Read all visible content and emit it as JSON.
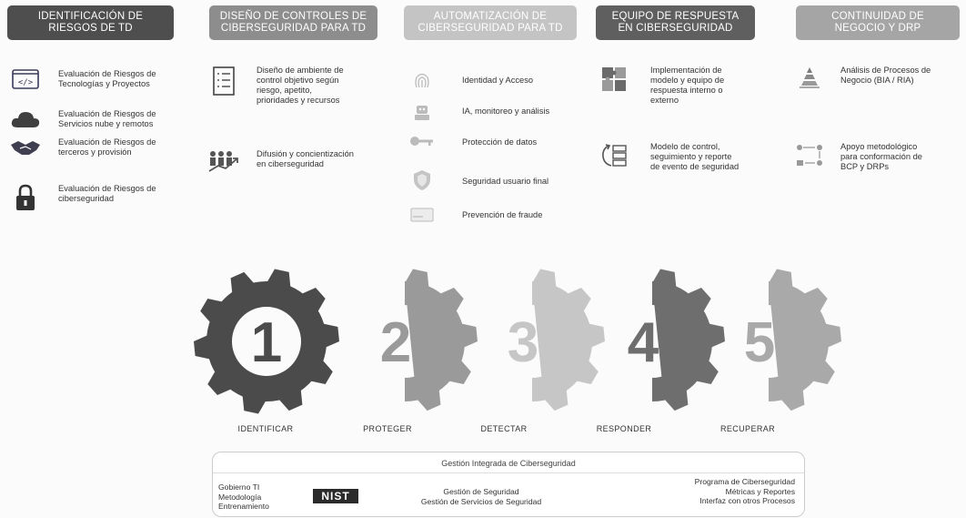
{
  "columns": [
    {
      "header": "IDENTIFICACIÓN DE\nRIESGOS DE TD",
      "color": "#4e4e4e",
      "items": [
        {
          "icon": "code-window-icon",
          "text": "Evaluación de Riesgos de\nTecnologías y Proyectos"
        },
        {
          "icon": "cloud-icon",
          "text": "Evaluación de Riesgos de\nServicios nube y remotos"
        },
        {
          "icon": "handshake-icon",
          "text": "Evaluación de Riesgos de\nterceros y provisión"
        },
        {
          "icon": "padlock-icon",
          "text": "Evaluación de Riesgos de\nciberseguridad"
        }
      ]
    },
    {
      "header": "DISEÑO DE CONTROLES DE\nCIBERSEGURIDAD PARA TD",
      "color": "#8d8d8d",
      "items": [
        {
          "icon": "checklist-icon",
          "text": "Diseño de ambiente de\ncontrol objetivo según\nriesgo, apetito,\nprioridades y recursos"
        },
        {
          "icon": "people-growth-icon",
          "text": "Difusión y concientización\nen ciberseguridad"
        }
      ]
    },
    {
      "header": "AUTOMATIZACIÓN DE\nCIBERSEGURIDAD PARA TD",
      "color": "#c4c4c4",
      "items": [
        {
          "icon": "fingerprint-icon",
          "text": "Identidad y Acceso"
        },
        {
          "icon": "robot-icon",
          "text": "IA, monitoreo y análisis"
        },
        {
          "icon": "key-icon",
          "text": "Protección de datos"
        },
        {
          "icon": "shield-icon",
          "text": "Seguridad usuario final"
        },
        {
          "icon": "card-icon",
          "text": "Prevención de fraude"
        }
      ]
    },
    {
      "header": "EQUIPO DE RESPUESTA\nEN CIBERSEGURIDAD",
      "color": "#5f5f5f",
      "items": [
        {
          "icon": "puzzle-icon",
          "text": "Implementación de\nmodelo y equipo de\nrespuesta interno o\nexterno"
        },
        {
          "icon": "cycle-list-icon",
          "text": "Modelo de control,\nseguimiento y  reporte\nde evento de seguridad"
        }
      ]
    },
    {
      "header": "CONTINUIDAD DE\nNEGOCIO Y DRP",
      "color": "#a5a5a5",
      "items": [
        {
          "icon": "pyramid-icon",
          "text": "Análisis de Procesos de\nNegocio (BIA / RIA)"
        },
        {
          "icon": "flow-icon",
          "text": "Apoyo metodológico\npara conformación de\nBCP y DRPs"
        }
      ]
    }
  ],
  "gears": [
    {
      "number": "1",
      "label": "IDENTIFICAR",
      "color": "#4b4b4b",
      "full": true
    },
    {
      "number": "2",
      "label": "PROTEGER",
      "color": "#9a9a9a",
      "full": false
    },
    {
      "number": "3",
      "label": "DETECTAR",
      "color": "#c6c6c6",
      "full": false
    },
    {
      "number": "4",
      "label": "RESPONDER",
      "color": "#6e6e6e",
      "full": false
    },
    {
      "number": "5",
      "label": "RECUPERAR",
      "color": "#a9a9a9",
      "full": false
    }
  ],
  "footer": {
    "title": "Gestión Integrada de Ciberseguridad",
    "left": "Gobierno TI\nMetodología\nEntrenamiento",
    "logo": "NIST",
    "center": "Gestión de Seguridad\nGestión de Servicios de Seguridad",
    "right": "Programa de Ciberseguridad\nMétricas y Reportes\nInterfaz con otros Procesos"
  }
}
